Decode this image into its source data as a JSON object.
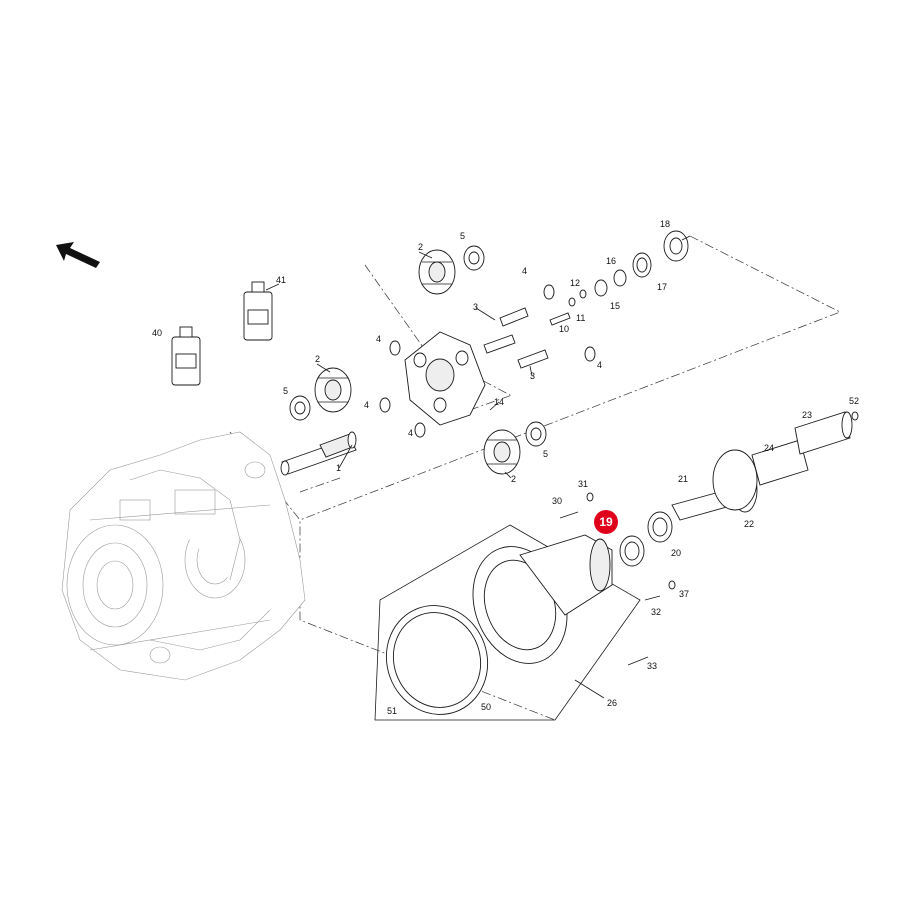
{
  "highlight": {
    "label": "19",
    "color": "#e0001b"
  },
  "callouts": [
    "1",
    "2",
    "2",
    "2",
    "3",
    "3",
    "4",
    "4",
    "4",
    "4",
    "4",
    "5",
    "5",
    "5",
    "10",
    "11",
    "12",
    "14",
    "15",
    "16",
    "17",
    "18",
    "20",
    "21",
    "22",
    "23",
    "24",
    "26",
    "30",
    "31",
    "32",
    "33",
    "37",
    "40",
    "41",
    "50",
    "51",
    "52"
  ],
  "colors": {
    "line": "#1a1a1a",
    "highlight": "#e0001b",
    "background": "#ffffff"
  },
  "icons": [
    "direction-arrow-icon"
  ]
}
